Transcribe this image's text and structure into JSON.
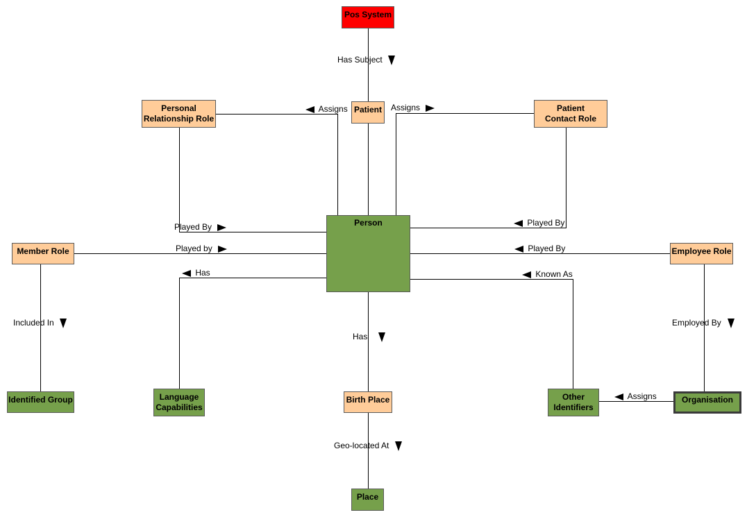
{
  "colors": {
    "red": "#ff0000",
    "peach": "#ffcc99",
    "green": "#76a04b",
    "line": "#000000"
  },
  "nodes": {
    "pos_system": "Pos System",
    "patient": "Patient",
    "personal_relationship_role": "Personal Relationship Role",
    "patient_contact_role": "Patient Contact Role",
    "person": "Person",
    "member_role": "Member Role",
    "employee_role": "Employee Role",
    "identified_group": "Identified Group",
    "language_capabilities": "Language Capabilities",
    "birth_place": "Birth Place",
    "other_identifiers": "Other Identifiers",
    "organisation": "Organisation",
    "place": "Place"
  },
  "edges": {
    "has_subject": "Has Subject",
    "assigns_prr": "Assigns",
    "assigns_pcr": "Assigns",
    "played_by_prr": "Played By",
    "played_by_pcr": "Played By",
    "played_by_member": "Played by",
    "played_by_employee": "Played By",
    "has_language": "Has",
    "known_as": "Known As",
    "included_in": "Included In",
    "has_birth_place": "Has",
    "employed_by": "Employed By",
    "assigns_org": "Assigns",
    "geo_located_at": "Geo-located At"
  }
}
